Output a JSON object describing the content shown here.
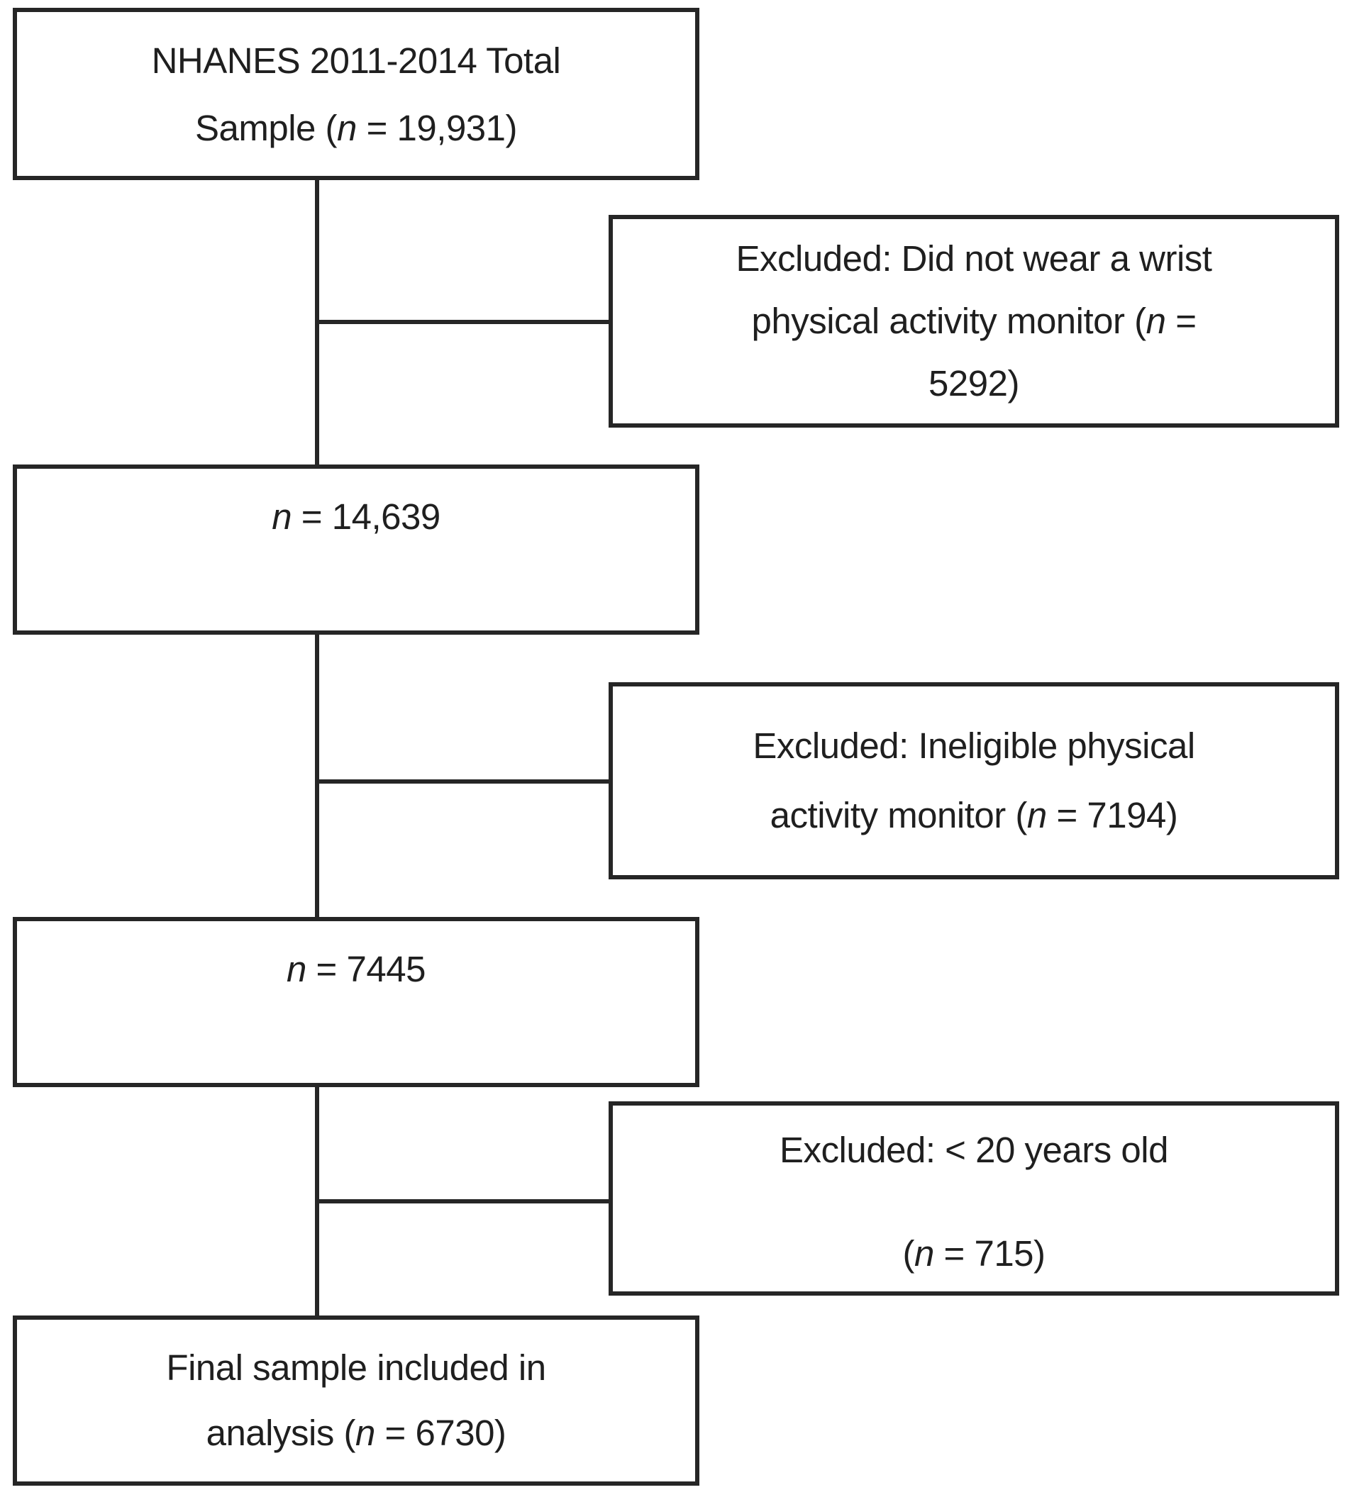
{
  "colors": {
    "background": "#ffffff",
    "box_border": "#262626",
    "connector": "#262626",
    "text": "#1f1f1f"
  },
  "flow": {
    "total_sample": {
      "line1": {
        "pre": "NHANES 2011-2014 Total"
      },
      "line2": {
        "pre": "Sample (",
        "var": "n",
        "post": " = 19,931)"
      }
    },
    "excluded_no_monitor": {
      "line1": {
        "pre": "Excluded: Did not wear a wrist"
      },
      "line2": {
        "pre": "physical activity monitor (",
        "var": "n",
        "post": " ="
      },
      "line3": {
        "pre": "5292)"
      }
    },
    "after_monitor_wear": {
      "line1": {
        "var": "n",
        "post": " = 14,639"
      }
    },
    "excluded_ineligible_monitor": {
      "line1": {
        "pre": "Excluded: Ineligible physical"
      },
      "line2": {
        "pre": "activity monitor (",
        "var": "n",
        "post": " = 7194)"
      }
    },
    "after_eligible_monitor": {
      "line1": {
        "var": "n",
        "post": " = 7445"
      }
    },
    "excluded_age": {
      "line1": {
        "pre": "Excluded: < 20 years old"
      },
      "line2": {
        "pre": "(",
        "var": "n",
        "post": " = 715)"
      }
    },
    "final_sample": {
      "line1": {
        "pre": "Final sample included in"
      },
      "line2": {
        "pre": "analysis (",
        "var": "n",
        "post": " = 6730)"
      }
    }
  }
}
